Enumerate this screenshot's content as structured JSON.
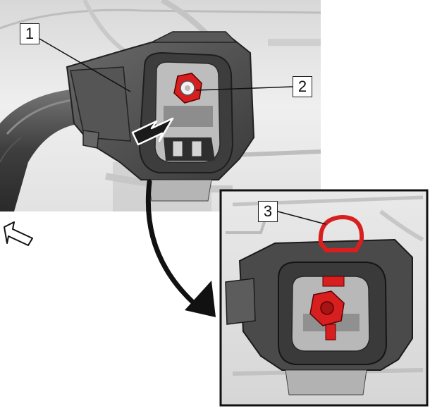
{
  "figure": {
    "callouts": [
      {
        "label": "1",
        "target": "connector-body"
      },
      {
        "label": "2",
        "target": "red-nut"
      },
      {
        "label": "3",
        "target": "locking-tab"
      }
    ],
    "icons": [
      "direction-arrow-icon",
      "release-arrow-icon",
      "curved-arrow-icon"
    ],
    "colors": {
      "highlight_red": "#d81f1f",
      "connector_gray": "#4b4b4b",
      "background_gray": "#e6e6e6",
      "inset_border": "#111111"
    }
  }
}
